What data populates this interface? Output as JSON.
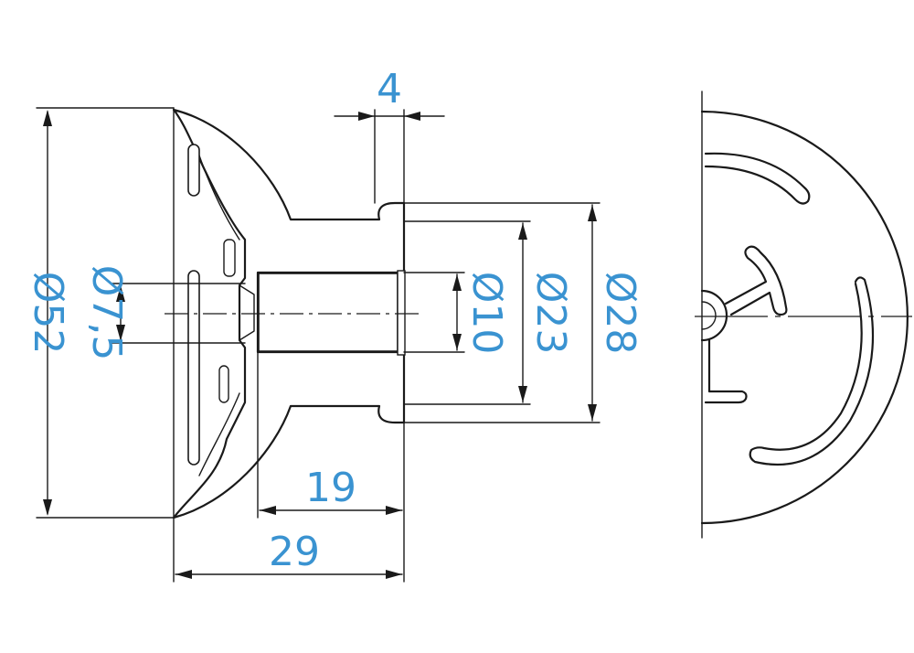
{
  "drawing": {
    "dimensions": {
      "flange_thickness": "4",
      "flange_diameter": "Ø52",
      "hole_diameter": "Ø7,5",
      "bore_diameter": "Ø10",
      "hub_diameter": "Ø23",
      "rim_diameter": "Ø28",
      "hub_length": "19",
      "overall_length": "29"
    },
    "colors": {
      "dimension_text": "#3a93d1",
      "line": "#1a1a1a",
      "background": "#ffffff"
    }
  }
}
